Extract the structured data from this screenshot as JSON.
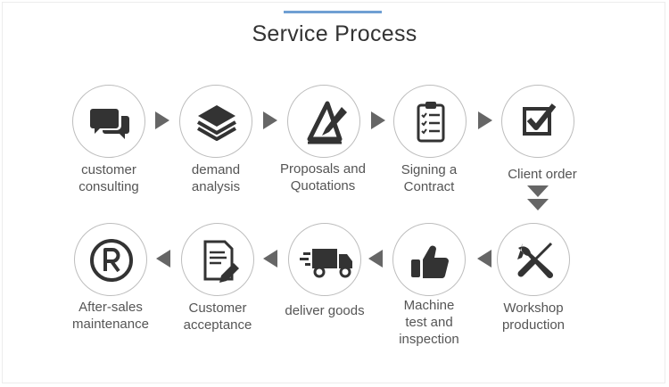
{
  "title": "Service Process",
  "colors": {
    "accent": "#6f9fd3",
    "icon": "#333333",
    "arrow": "#666666",
    "ring": "#bdbdbd"
  },
  "steps": [
    {
      "lines": [
        "customer",
        "consulting"
      ],
      "icon": "chat-bubbles-icon"
    },
    {
      "lines": [
        "demand",
        "analysis"
      ],
      "icon": "layers-icon"
    },
    {
      "lines": [
        "Proposals and",
        "Quotations"
      ],
      "icon": "drafting-triangle-icon"
    },
    {
      "lines": [
        "Signing a",
        "Contract"
      ],
      "icon": "clipboard-checklist-icon"
    },
    {
      "lines": [
        "Client order"
      ],
      "icon": "checkbox-icon"
    },
    {
      "lines": [
        "Workshop",
        "production"
      ],
      "icon": "wrench-screwdriver-icon"
    },
    {
      "lines": [
        "Machine",
        "test and",
        "inspection"
      ],
      "icon": "thumbs-up-icon"
    },
    {
      "lines": [
        "deliver goods"
      ],
      "icon": "delivery-truck-icon"
    },
    {
      "lines": [
        "Customer",
        "acceptance"
      ],
      "icon": "document-pen-icon"
    },
    {
      "lines": [
        "After-sales",
        "maintenance"
      ],
      "icon": "registered-icon"
    }
  ]
}
